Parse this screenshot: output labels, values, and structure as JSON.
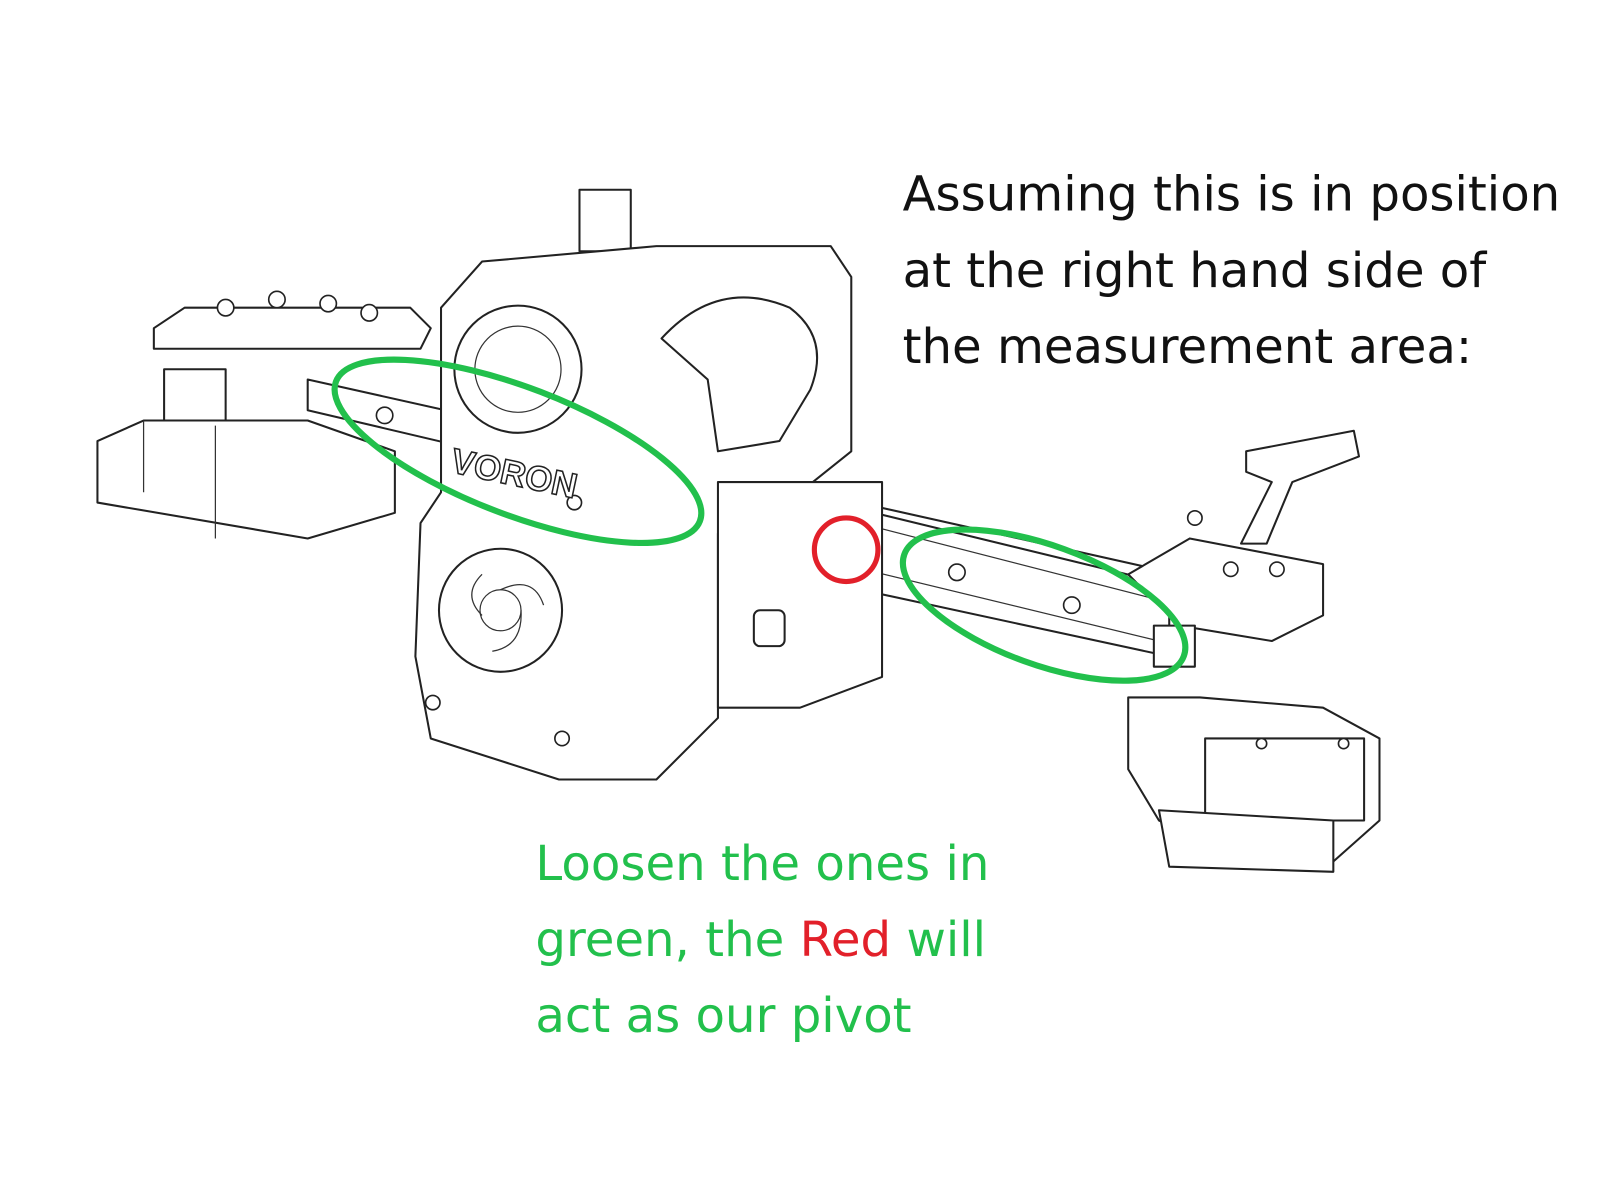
{
  "heading": {
    "lines": [
      "Assuming this is in position",
      "at the right hand side of",
      "the measurement area:"
    ],
    "color": "#111111"
  },
  "instruction": {
    "line1": "Loosen the ones in",
    "line2_start": "green, the ",
    "line2_red": "Red",
    "line2_end": " will",
    "line3": "act as our pivot",
    "green_color": "#22c04c",
    "red_color": "#e2202a"
  },
  "drawing": {
    "logo_text": "VORON",
    "highlight_green": "#22c04c",
    "highlight_red": "#e2202a"
  }
}
